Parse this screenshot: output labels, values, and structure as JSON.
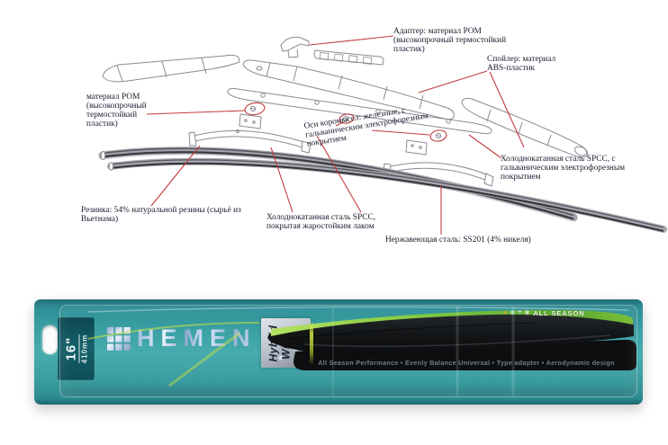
{
  "diagram": {
    "annotation_color": "#c23b3f",
    "line_art_color": "#8a8a92",
    "labels": {
      "adapter": "Адаптер: материал POM\n(высокопрочный термостойкий\nпластик)",
      "spoiler": "Спойлер: материал\nABS-пластик",
      "pom_left": "материал POM\n(высокопрочный\nтермостойкий\nпластик)",
      "axes": "Оси коромысел: железные, с\nгальваническим электрофорезным\nпокрытием",
      "steel_right": "Холоднокатанная сталь SPCC, с\nгальваническим электрофорезным\nпокрытием",
      "rubber": "Резинка: 54% натуральной резины (сырьё из\nВьетнама)",
      "steel_bottom": "Холоднокатанная сталь SPCC,\nпокрытая жаростойким лаком",
      "stainless": "Нержавеющая сталь: SS201 (4% никеля)"
    }
  },
  "package": {
    "brand": "HEMEN",
    "size_inches": "16\"",
    "size_mm": "410mm",
    "product_label": "Hybrid\nWiper\nBlade",
    "all_season": "ALL SEASON",
    "features": "All Season Performance  •  Evenly Balance Universal  •  Type adapter  •  Aerodynamic design",
    "card_color": "#2f959b",
    "accent_green": "#76c13a",
    "icons": {
      "sun": "☀",
      "snow": "❄",
      "rain": "☂",
      "leaf": "❃"
    }
  }
}
